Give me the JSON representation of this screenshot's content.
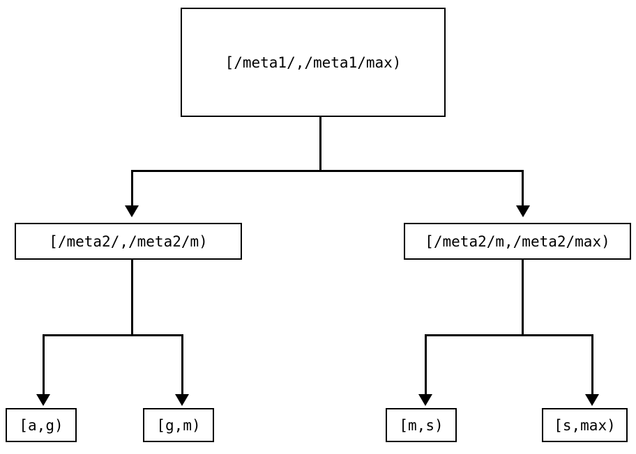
{
  "diagram": {
    "type": "tree",
    "description": "Range partition tree diagram",
    "background_color": "#ffffff",
    "line_color": "#000000",
    "text_color": "#000000",
    "nodes": {
      "root": {
        "label": "[/meta1/,/meta1/max)"
      },
      "mid_left": {
        "label": "[/meta2/,/meta2/m)"
      },
      "mid_right": {
        "label": "[/meta2/m,/meta2/max)"
      },
      "leaf_1": {
        "label": "[a,g)"
      },
      "leaf_2": {
        "label": "[g,m)"
      },
      "leaf_3": {
        "label": "[m,s)"
      },
      "leaf_4": {
        "label": "[s,max)"
      }
    },
    "edges": [
      {
        "from": "root",
        "to": "mid_left"
      },
      {
        "from": "root",
        "to": "mid_right"
      },
      {
        "from": "mid_left",
        "to": "leaf_1"
      },
      {
        "from": "mid_left",
        "to": "leaf_2"
      },
      {
        "from": "mid_right",
        "to": "leaf_3"
      },
      {
        "from": "mid_right",
        "to": "leaf_4"
      }
    ]
  }
}
